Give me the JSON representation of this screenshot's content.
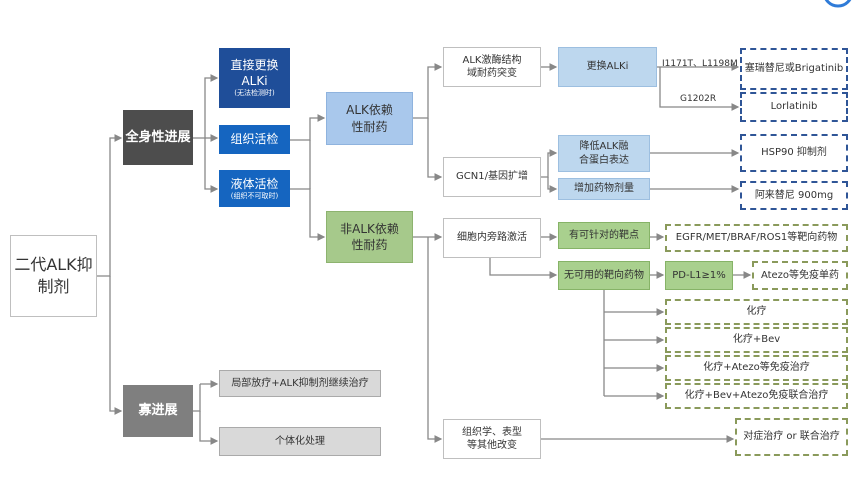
{
  "root": "二代ALK抑制剂",
  "systemic": "全身性进展",
  "oligo": "寡进展",
  "direct_switch": {
    "title": "直接更换ALKi",
    "note": "(无法检测时)"
  },
  "tissue_biopsy": "组织活检",
  "liquid_biopsy": {
    "title": "液体活检",
    "note": "(组织不可取时)"
  },
  "alk_dep": "ALK依赖性耐药",
  "non_alk_dep": "非ALK依赖性耐药",
  "kinase_mut": "ALK激酶结构域耐药突变",
  "gcn1": "GCN1/基因扩增",
  "bypass": "细胞内旁路激活",
  "histology": "组织学、表型等其他改变",
  "switch_alki": "更换ALKi",
  "reduce_fusion": "降低ALK融合蛋白表达",
  "increase_dose": "增加药物剂量",
  "targetable": "有可针对的靶点",
  "no_target": "无可用的靶向药物",
  "pdl1": "PD-L1≥1%",
  "mut1": "I1171T、L1198M",
  "mut2": "G1202R",
  "ceritinib": "塞瑞替尼或Brigatinib",
  "lorlatinib": "Lorlatinib",
  "hsp90": "HSP90 抑制剂",
  "alectinib": "阿来替尼 900mg",
  "egfr": "EGFR/MET/BRAF/ROS1等靶向药物",
  "atezo": "Atezo等免疫单药",
  "chemo": "化疗",
  "chemo_bev": "化疗+Bev",
  "chemo_atezo": "化疗+Atezo等免疫治疗",
  "chemo_bev_atezo": "化疗+Bev+Atezo免疫联合治疗",
  "symptomatic": "对症治疗 or 联合治疗",
  "local_rt": "局部放疗+ALK抑制剂继续治疗",
  "individual": "个体化处理"
}
